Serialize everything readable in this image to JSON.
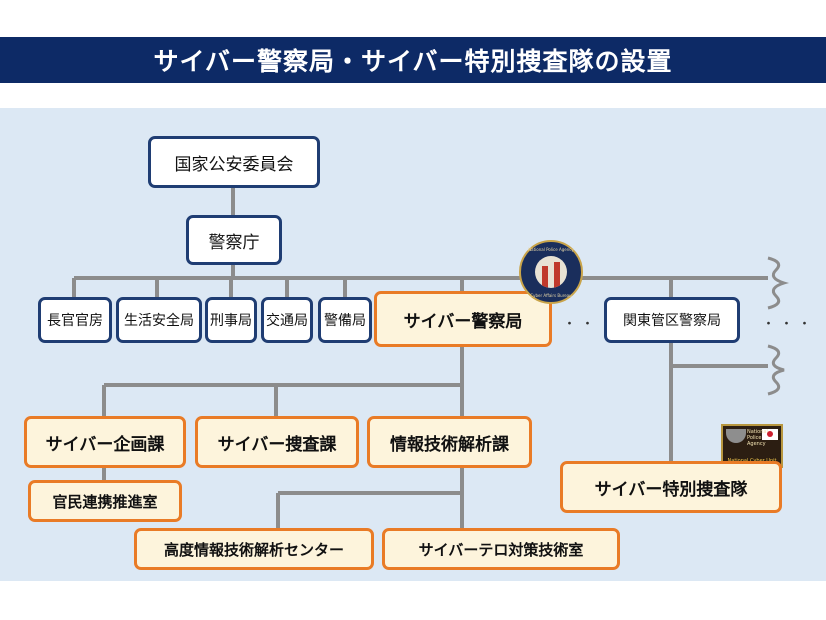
{
  "title": "サイバー警察局・サイバー特別捜査隊の設置",
  "org": {
    "top": "国家公安委員会",
    "agency": "警察庁",
    "bureaus": [
      "長官官房",
      "生活安全局",
      "刑事局",
      "交通局",
      "警備局"
    ],
    "cyber_bureau": "サイバー警察局",
    "regional": "関東管区警察局",
    "ellipsis_mid": "・・",
    "ellipsis_right": "・・・",
    "divisions": [
      "サイバー企画課",
      "サイバー捜査課",
      "情報技術解析課"
    ],
    "office": "官民連携推進室",
    "centers": [
      "高度情報技術解析センター",
      "サイバーテロ対策技術室"
    ],
    "special_unit": "サイバー特別捜査隊"
  },
  "emblem_text": {
    "top": "National Police Agency",
    "bottom": "Cyber Affairs Bureau"
  },
  "patch_text": {
    "line1": "National Police Agency",
    "line2": "National Cyber Unit"
  },
  "colors": {
    "title_bg": "#0d2a66",
    "panel_bg": "#dce8f4",
    "blue_border": "#1f3d73",
    "orange_border": "#e97b26",
    "orange_fill": "#fdf4dc",
    "line": "#8c8c8c"
  }
}
